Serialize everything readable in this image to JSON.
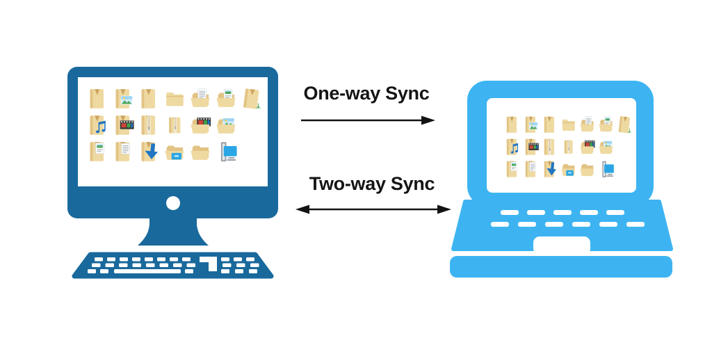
{
  "diagram": {
    "labels": {
      "one_way": "One-way Sync",
      "two_way": "Two-way Sync"
    },
    "colors": {
      "desktop_body": "#19699c",
      "laptop_body": "#3db4f1",
      "screen": "#ffffff",
      "arrow": "#131313",
      "ink": "#151515",
      "folder_light": "#eed9a1",
      "folder_mid": "#e2c383",
      "folder_dark": "#cda45f",
      "accent_blue": "#2176c4",
      "photo_sky": "#9bd4f5",
      "photo_pale_sky": "#cfeafb",
      "photo_green": "#4ea85a",
      "photo_sun": "#f4cf4e",
      "film_dark": "#3a3a3a",
      "film_red": "#cc4437",
      "film_green": "#3fa34d",
      "zip_strip": "#f0e7cf",
      "zip_teeth": "#a8915e",
      "metal_gray": "#98a0a8",
      "screen_blue": "#2aa6e4",
      "doc_line": "#aab4bd"
    },
    "desktop": {
      "device": "desktop-computer",
      "screen_icons_rows": [
        [
          "folder-closed",
          "folder-image",
          "folder-closed",
          "folder-landscape",
          "folder-open-doc",
          "folder-open-image-doc",
          "folder-tilted"
        ],
        [
          "folder-music",
          "folder-film",
          "folder-zip",
          "folder-zip-small",
          "folder-open-film",
          "folder-open-image"
        ],
        [
          "folder-doc-image",
          "folder-doc",
          "folder-download",
          "folder-open-blue",
          "folder-open-plain",
          "pc-monitor"
        ]
      ]
    },
    "laptop": {
      "device": "laptop-computer",
      "screen_icons_rows": [
        [
          "folder-closed",
          "folder-image",
          "folder-closed",
          "folder-landscape",
          "folder-open-doc",
          "folder-open-image-doc",
          "folder-tilted"
        ],
        [
          "folder-music",
          "folder-film",
          "folder-zip",
          "folder-zip-small",
          "folder-open-film",
          "folder-open-image"
        ],
        [
          "folder-doc-image",
          "folder-doc",
          "folder-download",
          "folder-open-blue",
          "folder-open-plain",
          "pc-monitor"
        ]
      ]
    }
  }
}
